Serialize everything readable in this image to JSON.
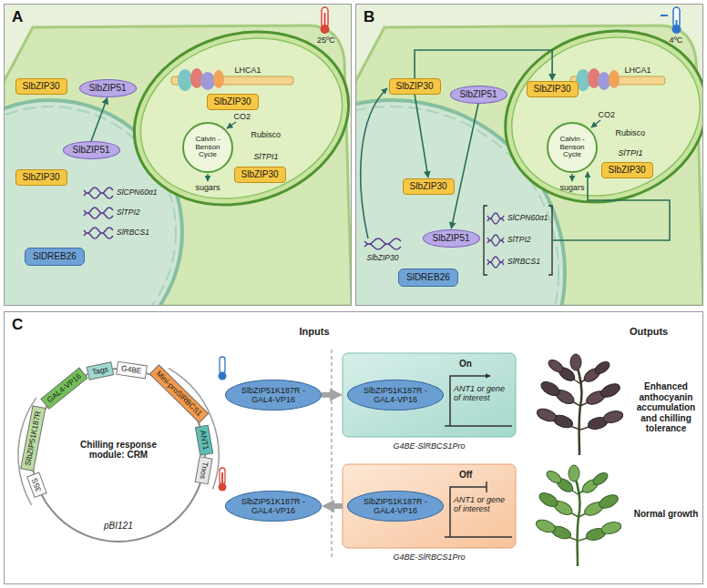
{
  "diagram": {
    "nodes": [
      {
        "text": [
          "A"
        ]
      },
      {
        "text": [
          "SlbZIP30"
        ],
        "in": 0
      },
      {
        "text": [
          "SlbZIP51"
        ],
        "in": 0
      },
      {
        "text": [
          "SlbZIP30"
        ],
        "in": 0
      },
      {
        "text": [
          "Calvin -Benson Cycle"
        ],
        "in": 0
      },
      {
        "text": [
          "SlbZIP30"
        ],
        "in": 0
      },
      {
        "text": [
          "SlbZIP51"
        ],
        "in": 0
      },
      {
        "text": [
          "SlbZIP30"
        ],
        "in": 0
      },
      {
        "text": [
          "SlDREB26"
        ],
        "in": 0
      },
      {
        "text": [
          "B"
        ]
      },
      {
        "text": [
          "SlbZIP30"
        ],
        "in": 9
      },
      {
        "text": [
          "SlbZIP51"
        ],
        "in": 9
      },
      {
        "text": [
          "SlbZIP30"
        ],
        "in": 9
      },
      {
        "text": [
          "Calvin -Benson Cycle"
        ],
        "in": 9
      },
      {
        "text": [
          "SlbZIP30"
        ],
        "in": 9
      },
      {
        "text": [
          "SlbZIP30"
        ],
        "in": 9
      },
      {
        "text": [
          "SlbZIP51"
        ],
        "in": 9
      },
      {
        "text": [
          "SlDREB26"
        ],
        "in": 9
      },
      {
        "text": [
          "C"
        ]
      },
      {
        "text": [
          "35S"
        ],
        "in": 18
      },
      {
        "text": [
          "SlbZIP51K187R"
        ],
        "in": 18
      },
      {
        "text": [
          "GAL4-VP16"
        ],
        "in": 18
      },
      {
        "text": [
          "Tags"
        ],
        "in": 18
      },
      {
        "text": [
          "G4BE"
        ],
        "in": 18
      },
      {
        "text": [
          "Mini-proSlRBCS1"
        ],
        "in": 18
      },
      {
        "text": [
          "ANT1"
        ],
        "in": 18
      },
      {
        "text": [
          "Tnos"
        ],
        "in": 18
      },
      {
        "text": [
          "SlbZIP51K187R -GAL4-VP16"
        ],
        "in": 18
      },
      {
        "text": [
          "On",
          "ANT1 or gene of interest",
          "G4BE-SlRBCS1Pro"
        ],
        "in": 18
      },
      {
        "text": [
          "SlbZIP51K187R -GAL4-VP16"
        ],
        "in": 28
      },
      {
        "text": [
          "SlbZIP51K187R -GAL4-VP16"
        ],
        "in": 18
      },
      {
        "text": [
          "Off",
          "ANT1 or gene of interest",
          "G4BE-SlRBCS1Pro"
        ],
        "in": 18
      },
      {
        "text": [
          "SlbZIP51K187R -GAL4-VP16"
        ],
        "in": 31
      }
    ],
    "edges": [
      {
        "from": 6,
        "to": 2,
        "arrow": "to"
      },
      {
        "from": 10,
        "to": 12,
        "arrow": "to"
      },
      {
        "from": 10,
        "to": 15,
        "arrow": "to"
      },
      {
        "from": 11,
        "to": 16,
        "arrow": "to"
      },
      {
        "from": 27,
        "to": 28,
        "arrow": "to"
      },
      {
        "from": 31,
        "to": 30,
        "arrow": "to"
      }
    ],
    "labels": [
      "25ºC",
      "LHCA1",
      "CO2",
      "Rubisco",
      "sugars",
      "SlTPI1",
      "SlCPN60α1",
      "SlTPI2",
      "SlRBCS1",
      "4ºC",
      "LHCA1",
      "CO2",
      "Rubisco",
      "sugars",
      "SlTPI1",
      "SlbZIP30",
      "SlCPN60α1",
      "SlTPI2",
      "SlRBCS1",
      "Chilling response module: CRM",
      "pBI121",
      "Inputs",
      "Outputs",
      "Enhanced anthocyanin accumulation and chilling tolerance",
      "Normal growth"
    ]
  }
}
